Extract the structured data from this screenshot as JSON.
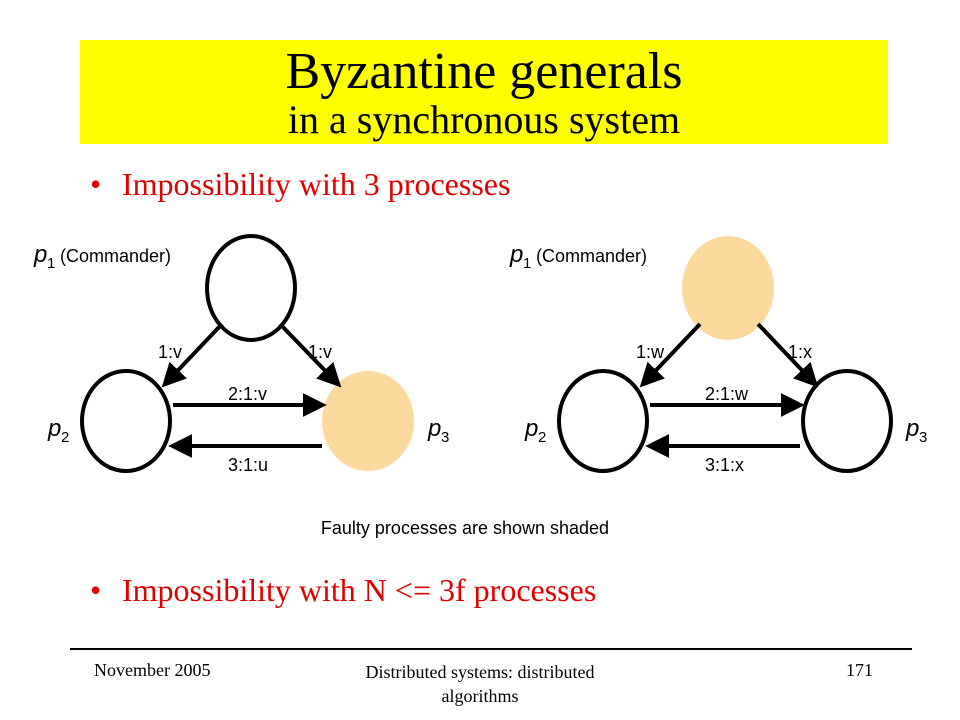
{
  "title": {
    "main": "Byzantine generals",
    "sub": "in a synchronous system"
  },
  "bullets": [
    {
      "text": "Impossibility with 3 processes"
    },
    {
      "text": "Impossibility with N <= 3f processes"
    }
  ],
  "diagrams": [
    {
      "commander_label": "p",
      "commander_sub": "1",
      "commander_note": "(Commander)",
      "p2_label": "p",
      "p2_sub": "2",
      "p3_label": "p",
      "p3_sub": "3",
      "edge_left": "1:v",
      "edge_right": "1:v",
      "edge_p2_p3": "2:1:v",
      "edge_p3_p2": "3:1:u",
      "faulty": "p3"
    },
    {
      "commander_label": "p",
      "commander_sub": "1",
      "commander_note": "(Commander)",
      "p2_label": "p",
      "p2_sub": "2",
      "p3_label": "p",
      "p3_sub": "3",
      "edge_left": "1:w",
      "edge_right": "1:x",
      "edge_p2_p3": "2:1:w",
      "edge_p3_p2": "3:1:x",
      "faulty": "p1"
    }
  ],
  "caption": "Faulty processes are shown shaded",
  "colors": {
    "title_bg": "#ffff00",
    "bullet": "#e00000",
    "faulty_fill": "#fcd99c"
  },
  "footer": {
    "left": "November 2005",
    "center": "Distributed systems: distributed algorithms",
    "right": "171"
  }
}
